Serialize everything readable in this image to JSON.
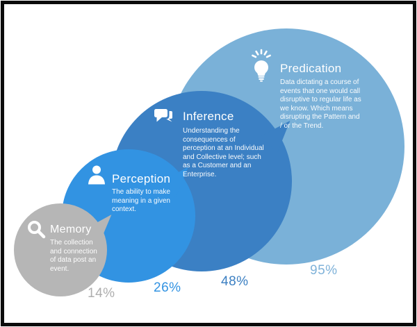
{
  "canvas": {
    "background": "#ffffff",
    "border_color": "#0b0b0b"
  },
  "diagram": {
    "bubbles": [
      {
        "id": "memory",
        "label": "Memory",
        "description": "The collection\nand connection\nof data post an\nevent.",
        "percent": "14%",
        "color": "#b6b6b6",
        "percent_color": "#aeaeae",
        "icon": "search-icon"
      },
      {
        "id": "perception",
        "label": "Perception",
        "description": "The ability to make\nmeaning in a given\ncontext.",
        "percent": "26%",
        "color": "#3293e2",
        "percent_color": "#3293e2",
        "icon": "person-icon"
      },
      {
        "id": "inference",
        "label": "Inference",
        "description": "Understanding the\nconsequences of\nperception at an Individual\nand Collective level; such\nas a Customer and an\nEnterprise.",
        "percent": "48%",
        "color": "#3b80c4",
        "percent_color": "#3b7fc2",
        "icon": "chat-bubbles-icon"
      },
      {
        "id": "predication",
        "label": "Predication",
        "description": "Data dictating a course of\nevents that one would call\ndisruptive to regular life as\nwe know. Which means\ndisrupting the Pattern and\n/ or the Trend.",
        "percent": "95%",
        "color": "#7ab1d8",
        "percent_color": "#7fb2d9",
        "icon": "lightbulb-icon"
      }
    ]
  }
}
